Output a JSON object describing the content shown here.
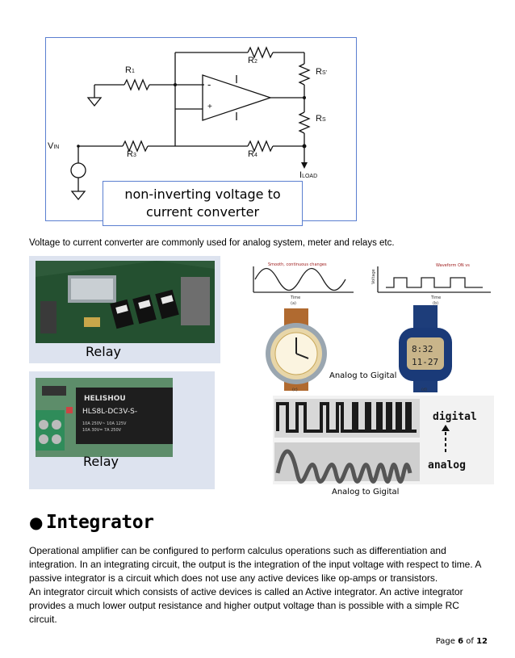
{
  "circuit": {
    "labels": {
      "r1": "R",
      "r1_sub": "1",
      "r2": "R",
      "r2_sub": "2",
      "r3": "R",
      "r3_sub": "3",
      "r4": "R",
      "r4_sub": "4",
      "rs_top": "R",
      "rs_top_sub": "S'",
      "rs": "R",
      "rs_sub": "S",
      "vin": "V",
      "vin_sub": "IN",
      "iload": "I",
      "iload_sub": "LOAD",
      "minus": "-",
      "plus": "+"
    },
    "caption_line1": "non-inverting voltage to",
    "caption_line2": "current converter"
  },
  "intro_text": "Voltage to current converter are commonly used for analog system, meter and relays etc.",
  "figures": {
    "relay_label_1": "Relay",
    "relay_label_2": "Relay",
    "relay_chip_text_1": "HELISHOU",
    "relay_chip_text_2": "HLS8L-DC3V-S-",
    "relay_chip_text_3": "10A 250V~  10A 125V",
    "relay_chip_text_4": "10A 30V=  7A 250V",
    "signal_caption_a": "Smooth, continuous changes",
    "signal_caption_b": "Waveform ON vs",
    "signal_axis_time": "Time",
    "signal_axis_voltage": "Voltage",
    "signal_tag_a": "(a)",
    "signal_tag_b": "(b)",
    "signal_tag_c": "(c)",
    "signal_tag_d": "(d)",
    "watch_time_1": "8:32",
    "watch_time_2": "11-27",
    "analog_to_digital_1": "Analog to Gigital",
    "digital_word": "digital",
    "analog_word": "analog",
    "analog_to_digital_2": "Analog to Gigital"
  },
  "section": {
    "bullet": "●",
    "title": "Integrator",
    "para1": "Operational amplifier can be configured to perform calculus operations such as differentiation and integration. In an integrating circuit, the output is the integration of the input voltage with respect to time. A passive integrator is a circuit which does not use any active devices like op-amps or transistors.",
    "para2": "An integrator circuit which consists of active devices is called an Active integrator. An active integrator provides a much lower output resistance and higher output voltage than is possible with a simple RC circuit."
  },
  "footer": {
    "page_word": "Page",
    "page_num": "6",
    "of_word": "of",
    "page_total": "12"
  }
}
